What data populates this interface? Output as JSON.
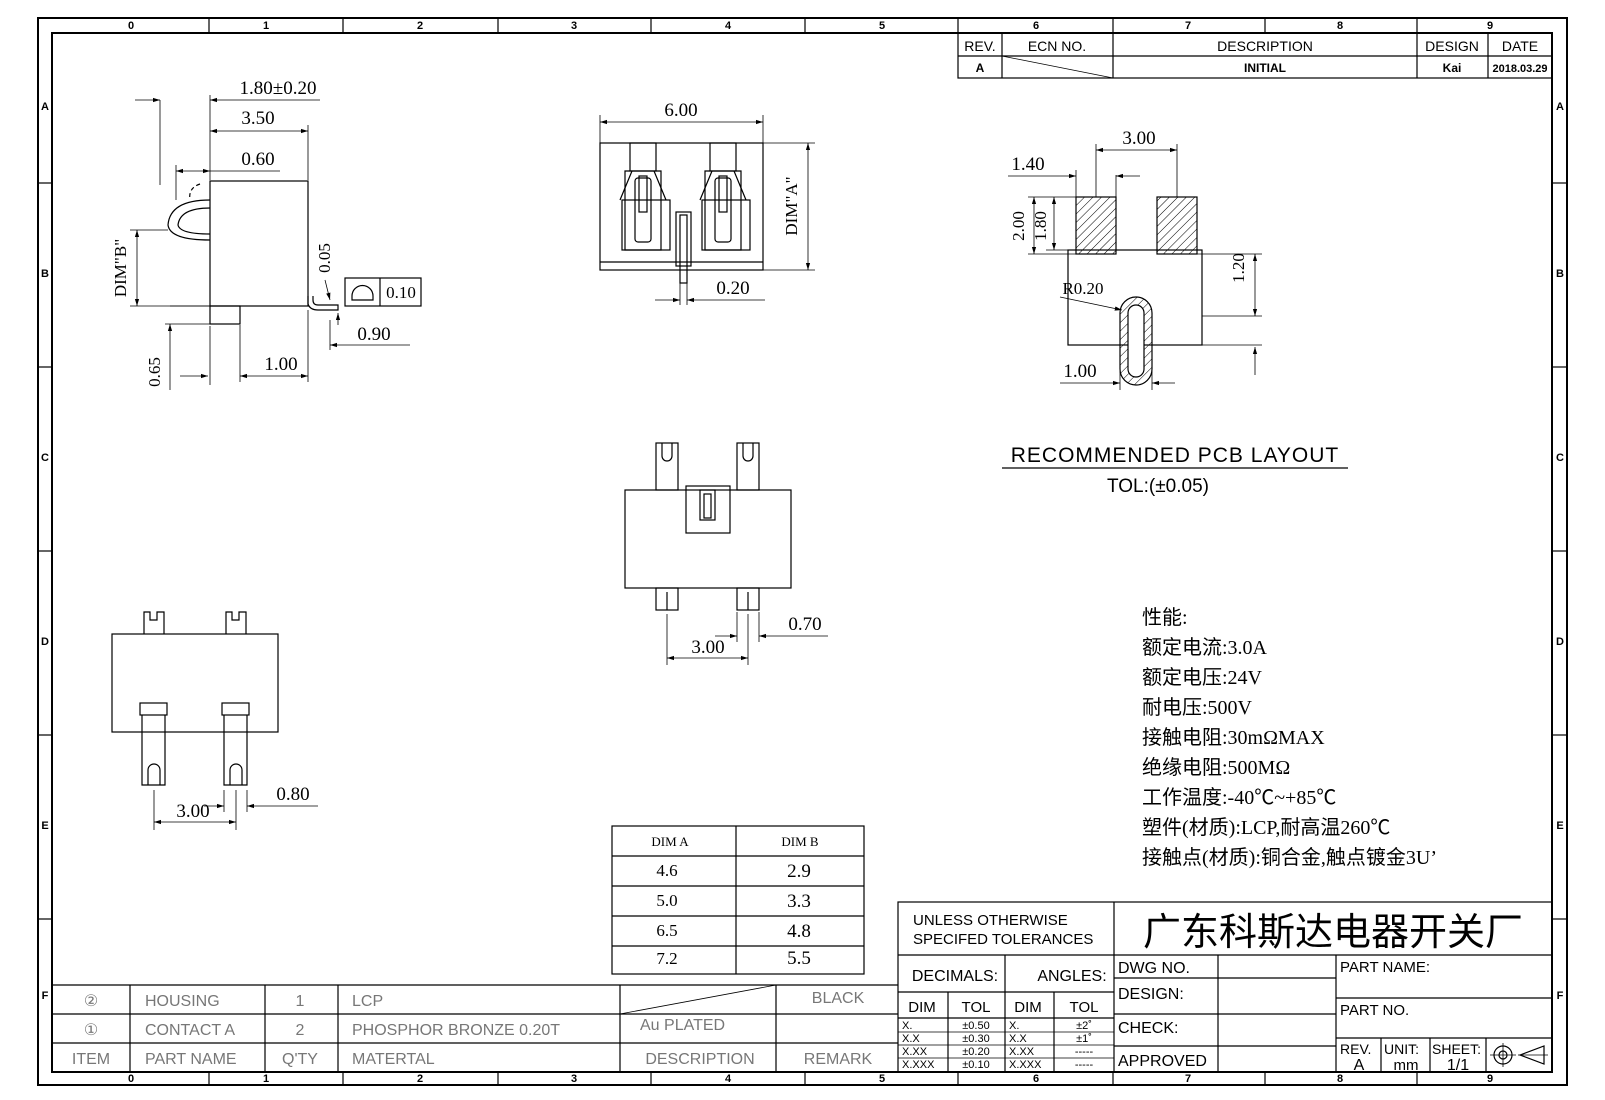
{
  "frame": {
    "col_labels": [
      "0",
      "1",
      "2",
      "3",
      "4",
      "5",
      "6",
      "7",
      "8",
      "9"
    ],
    "row_labels": [
      "A",
      "B",
      "C",
      "D",
      "E",
      "F"
    ]
  },
  "revision": {
    "headers": [
      "REV.",
      "ECN NO.",
      "DESCRIPTION",
      "DESIGN",
      "DATE"
    ],
    "row": [
      "A",
      "",
      "INITIAL",
      "Kai",
      "2018.03.29"
    ]
  },
  "side_view": {
    "dims": {
      "d180": "1.80±0.20",
      "d350": "3.50",
      "d060": "0.60",
      "d005": "0.05",
      "flat_tol": "0.10",
      "d090": "0.90",
      "d100": "1.00",
      "d065": "0.65",
      "dimb": "DIM\"B\""
    }
  },
  "top_view": {
    "dims": {
      "d600": "6.00",
      "d020": "0.20",
      "dima": "DIM\"A\""
    }
  },
  "pcb_layout": {
    "dims": {
      "d300": "3.00",
      "d140": "1.40",
      "d200": "2.00",
      "d180": "1.80",
      "d120": "1.20",
      "r020": "R0.20",
      "d100": "1.00"
    },
    "title": "RECOMMENDED PCB LAYOUT",
    "tolerance": "TOL:(±0.05)"
  },
  "front_view": {
    "dims": {
      "d300": "3.00",
      "d070": "0.70"
    }
  },
  "bottom_view": {
    "dims": {
      "d300": "3.00",
      "d080": "0.80"
    }
  },
  "specs": {
    "title": "性能:",
    "lines": [
      "额定电流:3.0A",
      "额定电压:24V",
      "耐电压:500V",
      "接触电阻:30mΩMAX",
      "绝缘电阻:500MΩ",
      "工作温度:-40℃~+85℃",
      "塑件(材质):LCP,耐高温260℃",
      "接触点(材质):铜合金,触点镀金3U’"
    ]
  },
  "dim_table": {
    "headers": [
      "DIM A",
      "DIM B"
    ],
    "rows": [
      [
        "4.6",
        "2.9"
      ],
      [
        "5.0",
        "3.3"
      ],
      [
        "6.5",
        "4.8"
      ],
      [
        "7.2",
        "5.5"
      ]
    ]
  },
  "bom": {
    "rows": [
      {
        "item": "②",
        "name": "HOUSING",
        "qty": "1",
        "material": "LCP",
        "description": "",
        "remark": "BLACK"
      },
      {
        "item": "①",
        "name": "CONTACT A",
        "qty": "2",
        "material": "PHOSPHOR BRONZE 0.20T",
        "description": "Au PLATED",
        "remark": ""
      }
    ],
    "headers": {
      "item": "ITEM",
      "name": "PART NAME",
      "qty": "Q'TY",
      "material": "MATERTAL",
      "description": "DESCRIPTION",
      "remark": "REMARK"
    }
  },
  "title_block": {
    "tolerance_note_1": "UNLESS OTHERWISE",
    "tolerance_note_2": "SPECIFED TOLERANCES",
    "company": "广东科斯达电器开关厂",
    "decimals": "DECIMALS:",
    "angles": "ANGLES:",
    "dim": "DIM",
    "tol": "TOL",
    "dec_rows": [
      [
        "X.",
        "±0.50"
      ],
      [
        "X.X",
        "±0.30"
      ],
      [
        "X.XX",
        "±0.20"
      ],
      [
        "X.XXX",
        "±0.10"
      ]
    ],
    "ang_rows": [
      [
        "X.",
        "±2˚"
      ],
      [
        "X.X",
        "±1˚"
      ],
      [
        "X.XX",
        "-----"
      ],
      [
        "X.XXX",
        "-----"
      ]
    ],
    "dwg_no": "DWG NO.",
    "design": "DESIGN:",
    "check": "CHECK:",
    "approved": "APPROVED",
    "part_name": "PART NAME:",
    "part_no": "PART NO.",
    "rev_label": "REV.",
    "rev_value": "A",
    "unit_label": "UNIT:",
    "unit_value": "mm",
    "sheet_label": "SHEET:",
    "sheet_value": "1/1"
  }
}
